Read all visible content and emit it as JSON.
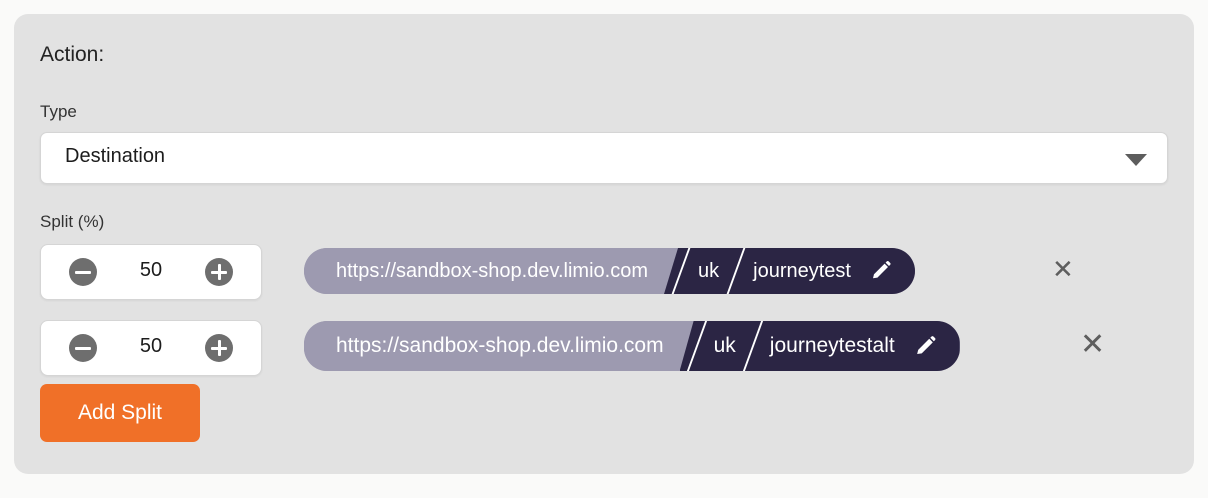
{
  "panel": {
    "action_title": "Action:",
    "type_label": "Type",
    "type_value": "Destination",
    "split_label": "Split (%)",
    "add_split_label": "Add Split",
    "dropdown_icon": "chevron-down-icon"
  },
  "colors": {
    "page_background": "#fafaf9",
    "panel_background": "#e2e2e2",
    "chip_host": "#9d9ab0",
    "chip_path": "#2b2544",
    "accent_button": "#f07028",
    "stepper_circle": "#6e6e6e",
    "delete_icon": "#5e5e5e"
  },
  "splits": [
    {
      "percent": "50",
      "decrement_icon": "minus-circle-icon",
      "increment_icon": "plus-circle-icon",
      "host": "https://sandbox-shop.dev.limio.com",
      "crumbs": [
        "uk",
        "journeytest"
      ],
      "edit_icon": "pencil-icon",
      "delete_icon": "close-icon",
      "delete_label": "✕"
    },
    {
      "percent": "50",
      "decrement_icon": "minus-circle-icon",
      "increment_icon": "plus-circle-icon",
      "host": "https://sandbox-shop.dev.limio.com",
      "crumbs": [
        "uk",
        "journeytestalt"
      ],
      "edit_icon": "pencil-icon",
      "delete_icon": "close-icon",
      "delete_label": "✕"
    }
  ]
}
